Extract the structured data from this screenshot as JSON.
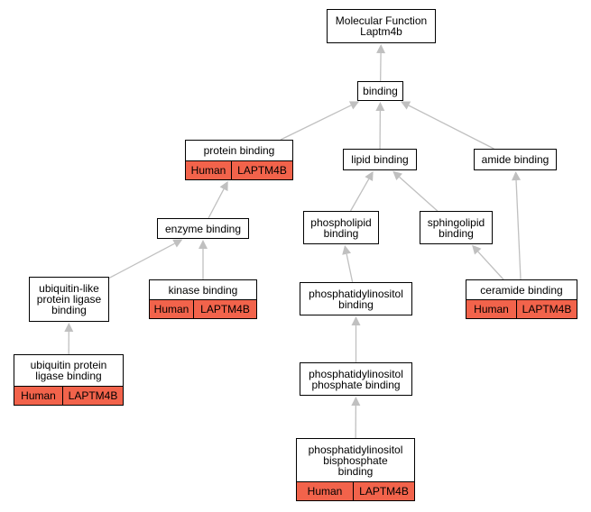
{
  "colors": {
    "edge": "#c0c0c0",
    "annotation": "#f2634b",
    "border": "#000000"
  },
  "nodes": {
    "mf": {
      "label": "Molecular Function\nLaptm4b"
    },
    "binding": {
      "label": "binding"
    },
    "protein": {
      "label": "protein binding",
      "species": "Human",
      "gene": "LAPTM4B"
    },
    "lipid": {
      "label": "lipid binding"
    },
    "amide": {
      "label": "amide binding"
    },
    "enzyme": {
      "label": "enzyme binding"
    },
    "phospho": {
      "label": "phospholipid\nbinding"
    },
    "sphingo": {
      "label": "sphingolipid\nbinding"
    },
    "ubl": {
      "label": "ubiquitin-like\nprotein ligase\nbinding"
    },
    "kinase": {
      "label": "kinase binding",
      "species": "Human",
      "gene": "LAPTM4B"
    },
    "pi": {
      "label": "phosphatidylinositol\nbinding"
    },
    "ceramide": {
      "label": "ceramide binding",
      "species": "Human",
      "gene": "LAPTM4B"
    },
    "ubpl": {
      "label": "ubiquitin protein\nligase binding",
      "species": "Human",
      "gene": "LAPTM4B"
    },
    "pip": {
      "label": "phosphatidylinositol\nphosphate binding"
    },
    "pip2": {
      "label": "phosphatidylinositol\nbisphosphate\nbinding",
      "species": "Human",
      "gene": "LAPTM4B"
    }
  },
  "edges": [
    [
      "binding",
      "mf"
    ],
    [
      "protein",
      "binding"
    ],
    [
      "lipid",
      "binding"
    ],
    [
      "amide",
      "binding"
    ],
    [
      "enzyme",
      "protein"
    ],
    [
      "phospho",
      "lipid"
    ],
    [
      "sphingo",
      "lipid"
    ],
    [
      "ubl",
      "enzyme"
    ],
    [
      "kinase",
      "enzyme"
    ],
    [
      "pi",
      "phospho"
    ],
    [
      "ceramide",
      "sphingo"
    ],
    [
      "ceramide",
      "amide"
    ],
    [
      "ubpl",
      "ubl"
    ],
    [
      "pip",
      "pi"
    ],
    [
      "pip2",
      "pip"
    ]
  ]
}
